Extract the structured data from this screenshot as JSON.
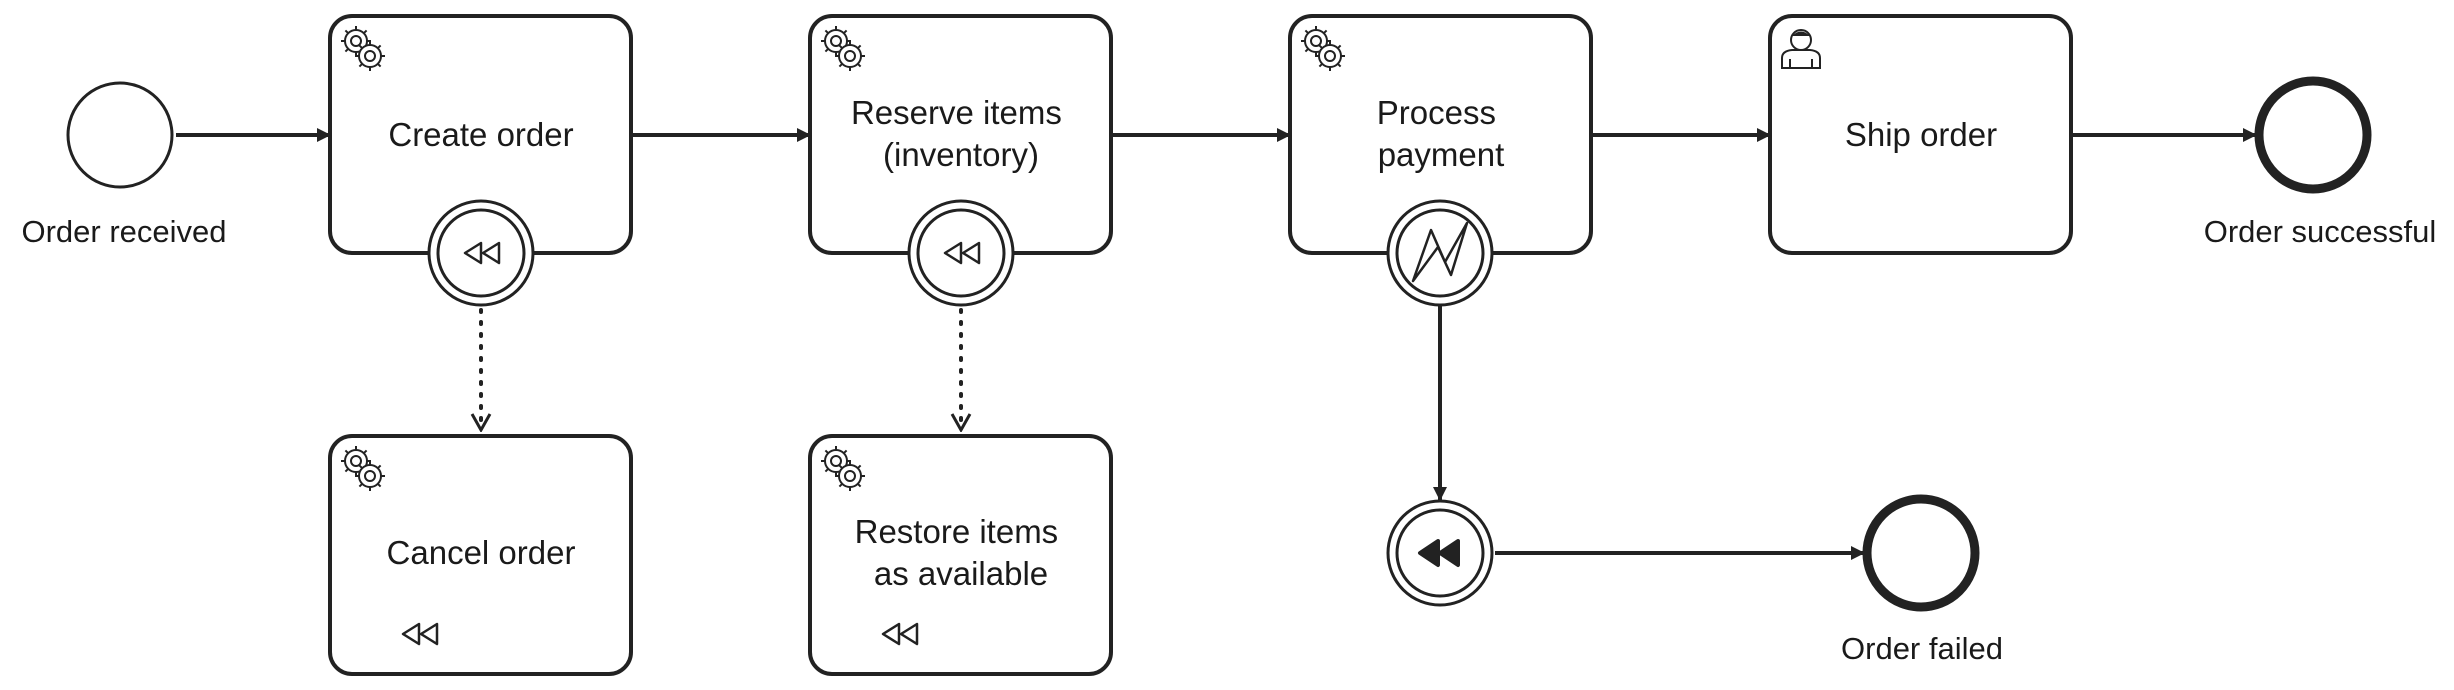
{
  "diagram": {
    "events": {
      "order_received": "Order received",
      "order_successful": "Order successful",
      "order_failed": "Order failed"
    },
    "tasks": {
      "create_order": [
        "Create order"
      ],
      "reserve_items": [
        "Reserve items",
        "(inventory)"
      ],
      "process_payment": [
        "Process",
        "payment"
      ],
      "ship_order": [
        "Ship order"
      ],
      "cancel_order": [
        "Cancel order"
      ],
      "restore_items": [
        "Restore items",
        "as available"
      ]
    },
    "task_types": {
      "create_order": "gear-icon",
      "reserve_items": "gear-icon",
      "process_payment": "gear-icon",
      "ship_order": "user-icon",
      "cancel_order": "gear-icon",
      "restore_items": "gear-icon"
    },
    "boundary_events": {
      "create_order": "compensation-icon",
      "reserve_items": "compensation-icon",
      "process_payment": "error-icon"
    },
    "colors": {
      "stroke": "#222222",
      "fill": "#ffffff",
      "text": "#1a1a1a"
    }
  }
}
